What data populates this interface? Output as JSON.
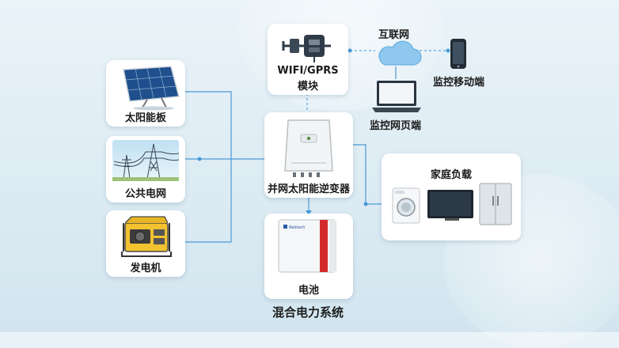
{
  "sources": {
    "solar": {
      "label": "太阳能板"
    },
    "grid": {
      "label": "公共电网"
    },
    "generator": {
      "label": "发电机"
    }
  },
  "wifi_module": {
    "label_line1": "WIFI/GPRS",
    "label_line2": "模块"
  },
  "internet": {
    "label": "互联网"
  },
  "mobile": {
    "label": "监控移动端"
  },
  "web": {
    "label": "监控网页端"
  },
  "inverter": {
    "label": "并网太阳能逆变器"
  },
  "battery": {
    "label": "电池",
    "brand": "Rebtech"
  },
  "home_load": {
    "label": "家庭负载"
  },
  "system_title": "混合电力系统",
  "colors": {
    "wire": "#4a9ad6",
    "dashed_link": "#5aa6de",
    "cloud": "#8ec8ee",
    "battery_red": "#d42c2c"
  }
}
